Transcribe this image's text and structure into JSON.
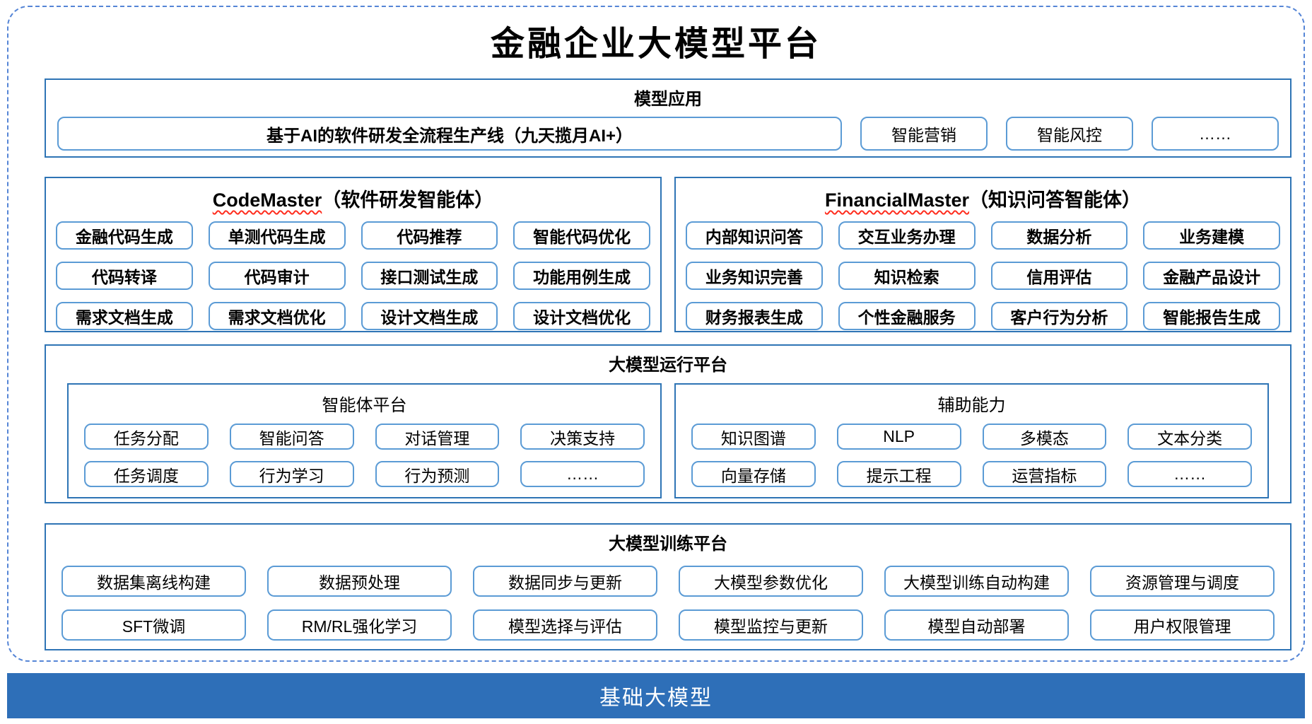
{
  "colors": {
    "section_border": "#2e74b5",
    "chip_border": "#5b9bd5",
    "dashed_border": "#5585d6",
    "bar_background": "#2e6fb8",
    "squiggle_red": "#ff2d1e"
  },
  "title": "金融企业大模型平台",
  "model_app": {
    "title": "模型应用",
    "main_button": "基于AI的软件研发全流程生产线（九天揽月AI+）",
    "buttons": [
      "智能营销",
      "智能风控",
      "……"
    ]
  },
  "codemaster": {
    "title_en": "CodeMaster",
    "title_zh": "（软件研发智能体）",
    "items": [
      "金融代码生成",
      "单测代码生成",
      "代码推荐",
      "智能代码优化",
      "代码转译",
      "代码审计",
      "接口测试生成",
      "功能用例生成",
      "需求文档生成",
      "需求文档优化",
      "设计文档生成",
      "设计文档优化"
    ]
  },
  "financialmaster": {
    "title_en": "FinancialMaster",
    "title_zh": "（知识问答智能体）",
    "items": [
      "内部知识问答",
      "交互业务办理",
      "数据分析",
      "业务建模",
      "业务知识完善",
      "知识检索",
      "信用评估",
      "金融产品设计",
      "财务报表生成",
      "个性金融服务",
      "客户行为分析",
      "智能报告生成"
    ]
  },
  "runtime": {
    "title": "大模型运行平台",
    "agent_platform": {
      "title": "智能体平台",
      "items": [
        "任务分配",
        "智能问答",
        "对话管理",
        "决策支持",
        "任务调度",
        "行为学习",
        "行为预测",
        "……"
      ]
    },
    "aux_capabilities": {
      "title": "辅助能力",
      "items": [
        "知识图谱",
        "NLP",
        "多模态",
        "文本分类",
        "向量存储",
        "提示工程",
        "运营指标",
        "……"
      ]
    }
  },
  "training": {
    "title": "大模型训练平台",
    "items": [
      "数据集离线构建",
      "数据预处理",
      "数据同步与更新",
      "大模型参数优化",
      "大模型训练自动构建",
      "资源管理与调度",
      "SFT微调",
      "RM/RL强化学习",
      "模型选择与评估",
      "模型监控与更新",
      "模型自动部署",
      "用户权限管理"
    ]
  },
  "base_bar": {
    "title": "基础大模型"
  }
}
